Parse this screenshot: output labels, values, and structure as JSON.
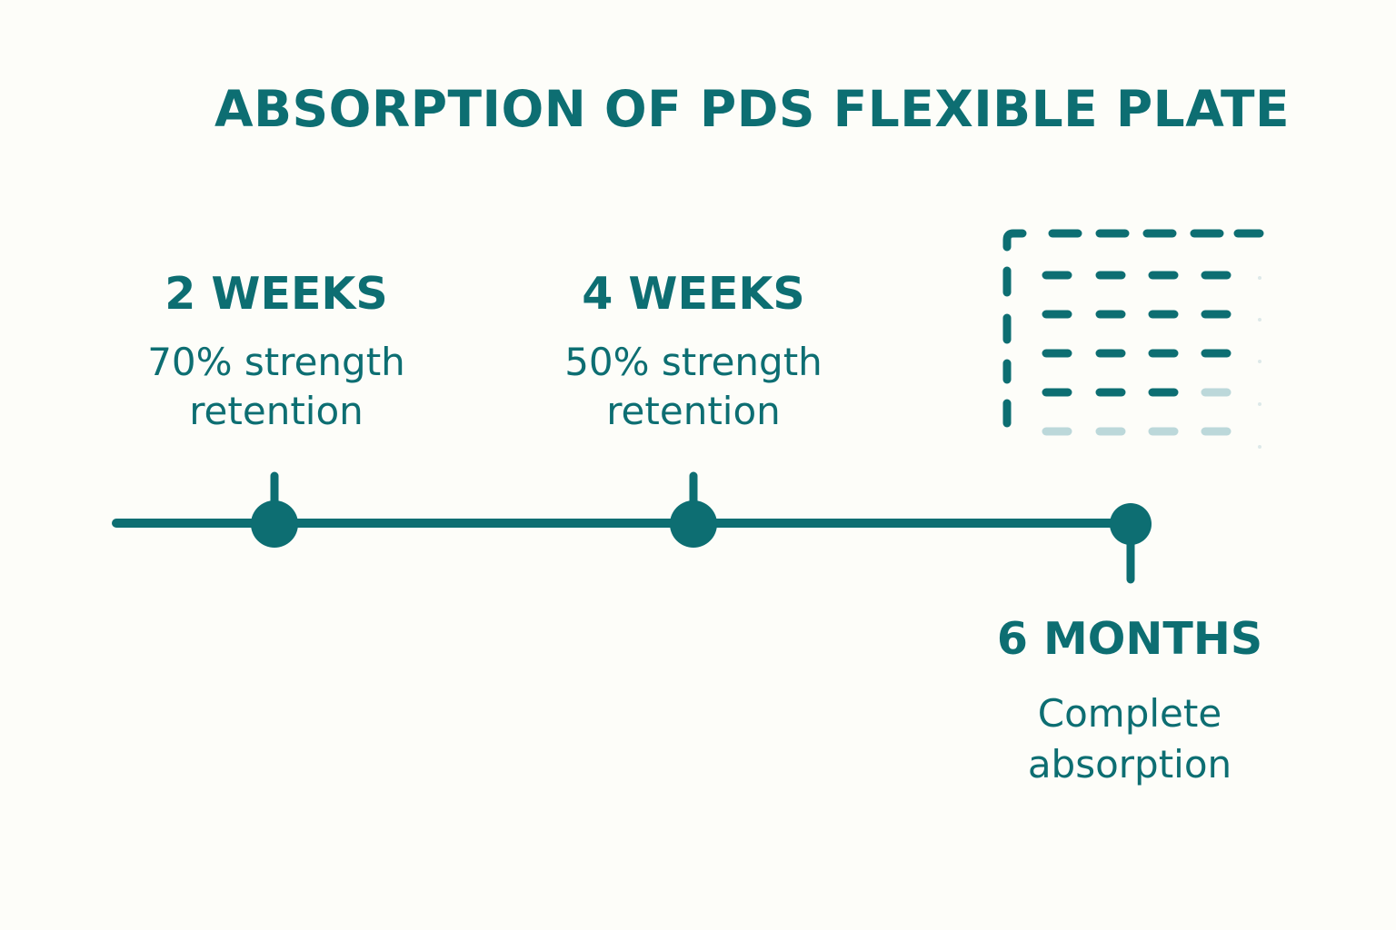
{
  "title": "ABSORPTION OF PDS FLEXIBLE PLATE",
  "colors": {
    "primary": "#0d6e72",
    "faded": "#bcd8da",
    "background": "#fdfdf9"
  },
  "icons": {
    "plate": "dissolving-plate-icon"
  },
  "milestones": [
    {
      "heading": "2 WEEKS",
      "line1": "70% strength",
      "line2": "retention",
      "strength_retention_percent": 70
    },
    {
      "heading": "4 WEEKS",
      "line1": "50% strength",
      "line2": "retention",
      "strength_retention_percent": 50
    },
    {
      "heading": "6 MONTHS",
      "line1": "Complete",
      "line2": "absorption",
      "strength_retention_percent": 0
    }
  ]
}
